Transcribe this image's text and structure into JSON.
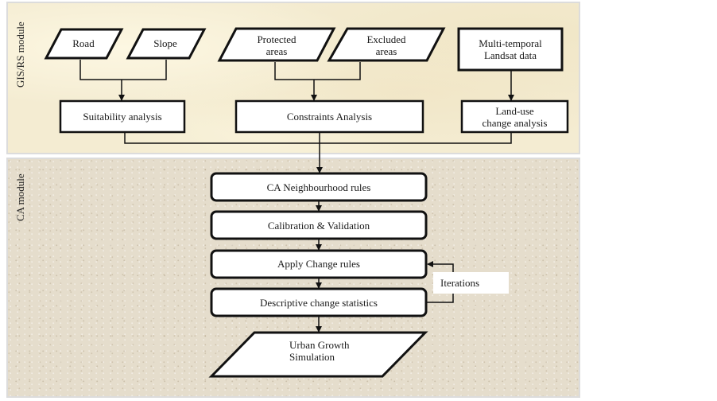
{
  "modules": {
    "gis": {
      "label": "GIS/RS module",
      "background": "#f4ecd2"
    },
    "ca": {
      "label": "CA module",
      "background": "#e5ddcc"
    }
  },
  "gis_inputs": [
    {
      "id": "road",
      "shape": "parallelogram",
      "lines": [
        "Road"
      ]
    },
    {
      "id": "slope",
      "shape": "parallelogram",
      "lines": [
        "Slope"
      ]
    },
    {
      "id": "protected",
      "shape": "parallelogram",
      "lines": [
        "Protected",
        "areas"
      ]
    },
    {
      "id": "excluded",
      "shape": "parallelogram",
      "lines": [
        "Excluded",
        "areas"
      ]
    },
    {
      "id": "landsat",
      "shape": "rectangle",
      "lines": [
        "Multi-temporal",
        "Landsat data"
      ]
    }
  ],
  "gis_analyses": [
    {
      "id": "suitability",
      "lines": [
        "Suitability analysis"
      ],
      "inputs": [
        "road",
        "slope"
      ]
    },
    {
      "id": "constraints",
      "lines": [
        "Constraints Analysis"
      ],
      "inputs": [
        "protected",
        "excluded"
      ]
    },
    {
      "id": "landuse",
      "lines": [
        "Land-use",
        "change analysis"
      ],
      "inputs": [
        "landsat"
      ]
    }
  ],
  "ca_steps": [
    {
      "id": "neighbourhood",
      "label": "CA Neighbourhood rules"
    },
    {
      "id": "calibration",
      "label": "Calibration & Validation"
    },
    {
      "id": "apply",
      "label": "Apply Change rules"
    },
    {
      "id": "statistics",
      "label": "Descriptive change statistics"
    }
  ],
  "loop": {
    "label": "Iterations",
    "from": "statistics",
    "to": "apply"
  },
  "output": {
    "id": "urban",
    "shape": "parallelogram",
    "lines": [
      "Urban Growth",
      "Simulation"
    ]
  },
  "colors": {
    "stroke": "#111111",
    "box_fill": "#ffffff",
    "text": "#1a1a1a"
  }
}
